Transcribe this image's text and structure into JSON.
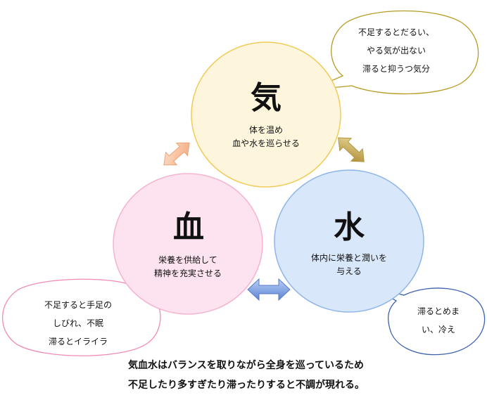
{
  "ki": {
    "kanji": "気",
    "desc1": "体を温め",
    "desc2": "血や水を巡らせる"
  },
  "ketsu": {
    "kanji": "血",
    "desc1": "栄養を供給して",
    "desc2": "精神を充実させる"
  },
  "sui": {
    "kanji": "水",
    "desc1": "体内に栄養と潤いを",
    "desc2": "与える"
  },
  "bubble_ki": [
    "不足するとだるい、",
    "やる気が出ない",
    "滞ると抑うつ気分"
  ],
  "bubble_ketsu": [
    "不足すると手足の",
    "しびれ、不眠",
    "滞るとイライラ"
  ],
  "bubble_sui": [
    "滞るとめま",
    "い、冷え"
  ],
  "footer": [
    "気血水はバランスを取りながら全身を巡っているため",
    "不足したり多すぎたり滞ったりすると不調が現れる。"
  ],
  "colors": {
    "ki_fill": "#fdf6dc",
    "ki_stroke": "#f1ca57",
    "ketsu_fill": "#fde3ef",
    "ketsu_stroke": "#f6b3cf",
    "sui_fill": "#d8e8fa",
    "sui_stroke": "#8fb5ea",
    "bubble_ki_stroke": "#b79b22",
    "bubble_ketsu_stroke": "#f08bb7",
    "bubble_sui_stroke": "#3c62b0",
    "arrow_ki_ketsu": "#f6b98f",
    "arrow_ki_sui": "#c7ab52",
    "arrow_ketsu_sui": "#7d9fe0"
  }
}
